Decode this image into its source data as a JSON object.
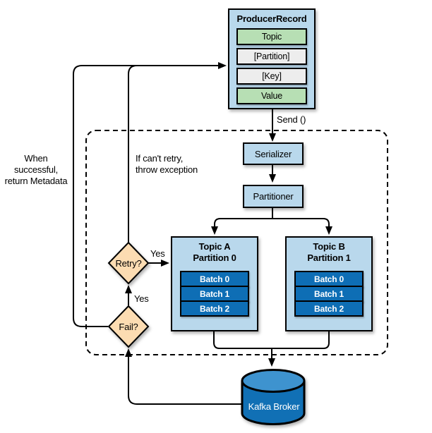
{
  "colors": {
    "box_fill": "#b9d8ec",
    "field_green": "#b7dfb4",
    "field_gray": "#ededed",
    "batch_blue": "#0e6eb5",
    "batch_text": "#ffffff",
    "diamond_fill": "#fcdcb2",
    "broker_top": "#3e93cf",
    "broker_body": "#1170b5",
    "line_color": "#000000"
  },
  "producer_record": {
    "title": "ProducerRecord",
    "fields": [
      "Topic",
      "[Partition]",
      "[Key]",
      "Value"
    ]
  },
  "pipeline": {
    "send_label": "Send ()",
    "serializer_label": "Serializer",
    "partitioner_label": "Partitioner"
  },
  "topics": [
    {
      "title": "Topic A",
      "subtitle": "Partition 0",
      "batches": [
        "Batch 0",
        "Batch 1",
        "Batch 2"
      ]
    },
    {
      "title": "Topic B",
      "subtitle": "Partition 1",
      "batches": [
        "Batch 0",
        "Batch 1",
        "Batch 2"
      ]
    }
  ],
  "decisions": {
    "retry": "Retry?",
    "fail": "Fail?"
  },
  "edge_labels": {
    "retry_yes": "Yes",
    "fail_yes": "Yes"
  },
  "annotations": {
    "success_line1": "When successful,",
    "success_line2": "return Metadata",
    "no_retry_line1": "If can't retry,",
    "no_retry_line2": "throw exception"
  },
  "broker": {
    "label": "Kafka Broker"
  }
}
